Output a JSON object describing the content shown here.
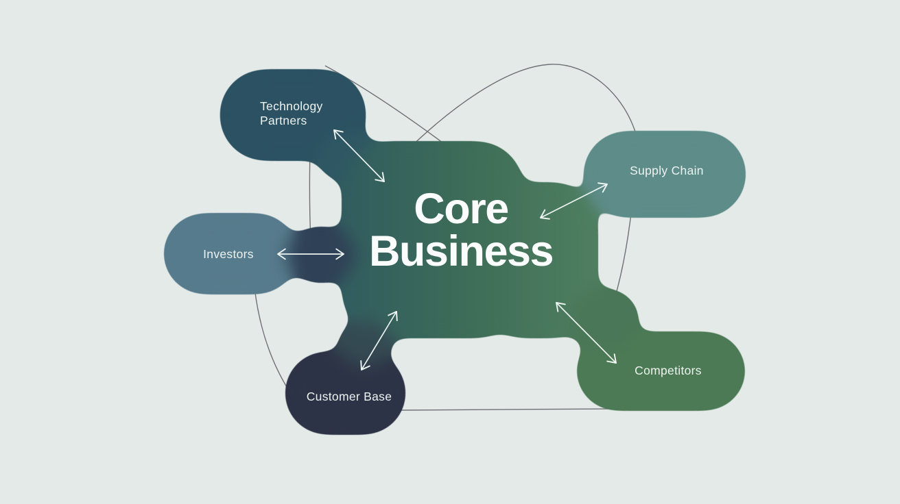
{
  "diagram": {
    "background_color": "#e4eae8",
    "outline_color": "#5a5b63",
    "arrow_color": "#eef5f2",
    "label_color": "#edf3f0",
    "title": {
      "text": "Core\nBusiness",
      "color": "#fbfdfc"
    },
    "center": {
      "id": "core-business",
      "gradient_left": "#315c5f",
      "gradient_mid": "#3e6d58",
      "gradient_right": "#4f7f60"
    },
    "nodes": [
      {
        "id": "technology-partners",
        "label": "Technology\nPartners",
        "color": "#2b5162"
      },
      {
        "id": "supply-chain",
        "label": "Supply Chain",
        "color": "#5d8c89"
      },
      {
        "id": "investors",
        "label": "Investors",
        "color": "#567b8c"
      },
      {
        "id": "customer-base",
        "label": "Customer Base",
        "color": "#2d3346"
      },
      {
        "id": "competitors",
        "label": "Competitors",
        "color": "#4c7a55"
      }
    ],
    "relationships": [
      {
        "from": "core-business",
        "to": "technology-partners",
        "bidirectional": true
      },
      {
        "from": "core-business",
        "to": "supply-chain",
        "bidirectional": true
      },
      {
        "from": "core-business",
        "to": "investors",
        "bidirectional": true
      },
      {
        "from": "core-business",
        "to": "customer-base",
        "bidirectional": true
      },
      {
        "from": "core-business",
        "to": "competitors",
        "bidirectional": true
      }
    ]
  }
}
